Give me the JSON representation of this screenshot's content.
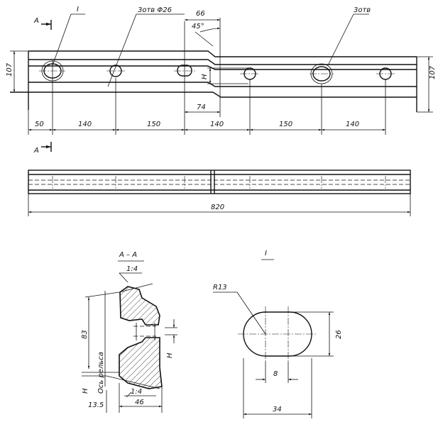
{
  "plan_view": {
    "section_marker": "A",
    "detail_marker": "I",
    "holes_label_left": "3отв Φ26",
    "holes_label_right": "3отв",
    "dim_66": "66",
    "angle": "45°",
    "height_left": "107",
    "height_right": "107",
    "offset_label": "H",
    "dim_74": "74",
    "spacing": [
      "50",
      "140",
      "150",
      "140",
      "150",
      "140"
    ]
  },
  "side_view": {
    "total_length": "820"
  },
  "section_aa": {
    "title": "A – A",
    "slope_top": "1:4",
    "slope_bottom": "1:4",
    "height": "83",
    "offset_left": "H",
    "offset_right": "H",
    "axis_label": "Ось рельса",
    "dim_offset": "13.5",
    "width": "46"
  },
  "detail_i": {
    "title": "I",
    "radius": "R13",
    "height": "26",
    "flat": "8",
    "width": "34"
  }
}
